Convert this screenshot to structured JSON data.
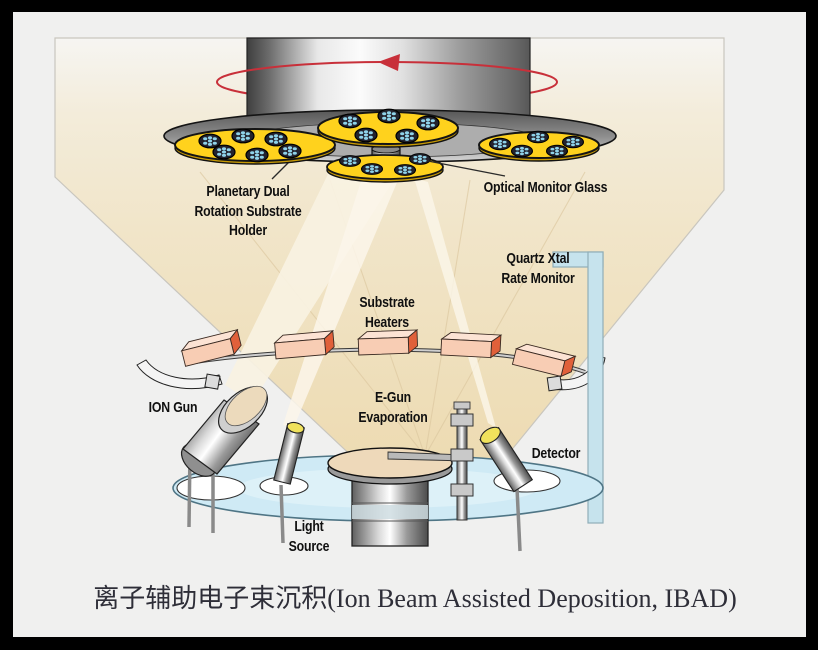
{
  "frame": {
    "border_color": "#000000",
    "canvas_background": "#f0f0ef"
  },
  "diagram": {
    "labels": {
      "planetary_holder": "Planetary Dual\nRotation Substrate\nHolder",
      "optical_monitor": "Optical Monitor Glass",
      "quartz_monitor": "Quartz Xtal\nRate Monitor",
      "substrate_heaters": "Substrate\nHeaters",
      "egun": "E-Gun\nEvaporation",
      "ion_gun": "ION Gun",
      "light_source": "Light\nSource",
      "detector": "Detector"
    },
    "colors": {
      "plume_top": "#f6f5f2",
      "plume_bottom": "#eddbb2",
      "disk_yellow": "#ffd21d",
      "wafer_blue": "#8fd3ea",
      "cluster_dark": "#23232e",
      "heater_front": "#f8cdb4",
      "heater_side": "#e0603a",
      "baseplate_blue": "#cfeaf5",
      "quartz_tube_blue": "#c6e3ed",
      "rotation_arrow_red": "#c8303a",
      "label_text": "#101010",
      "caption_text": "#2e2e38"
    },
    "parts": [
      "vacuum-drum",
      "rotation-arrow",
      "carrier-plate",
      "planetary-disks",
      "optical-monitor-disk",
      "substrate-heaters",
      "ion-gun",
      "light-source",
      "detector",
      "e-gun-pedestal",
      "quartz-rate-monitor-tube",
      "baseplate",
      "vapor-plume"
    ]
  },
  "caption": {
    "text": "离子辅助电子束沉积(Ion Beam Assisted Deposition, IBAD)"
  }
}
